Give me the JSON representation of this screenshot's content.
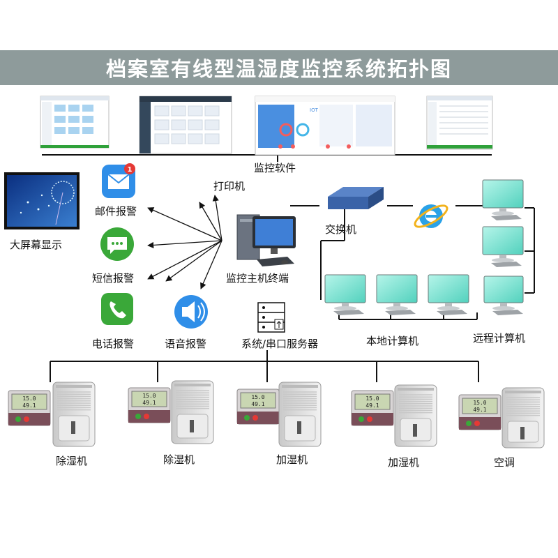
{
  "title": "档案室有线型温湿度监控系统拓扑图",
  "labels": {
    "software": "监控软件",
    "printer": "打印机",
    "switch": "交换机",
    "host": "监控主机终端",
    "server": "系统/串口服务器",
    "local_pcs": "本地计算机",
    "remote_pcs": "远程计算机",
    "big_screen": "大屏幕显示",
    "email_alarm": "邮件报警",
    "sms_alarm": "短信报警",
    "phone_alarm": "电话报警",
    "voice_alarm": "语音报警"
  },
  "email_badge": "1",
  "thumb_iot_text": "IOT",
  "sensor_readings": {
    "temp": "15.0",
    "hum": "49.1"
  },
  "devices": [
    "除湿机",
    "除湿机",
    "加湿机",
    "加湿机",
    "空调"
  ],
  "colors": {
    "title_bg": "#8e9b9b",
    "switch_blue": "#3a63a8",
    "monitor_screen": "#7fe3d3",
    "alarm_icon_blue": "#2f8ee8",
    "alarm_icon_green": "#3aa839"
  }
}
